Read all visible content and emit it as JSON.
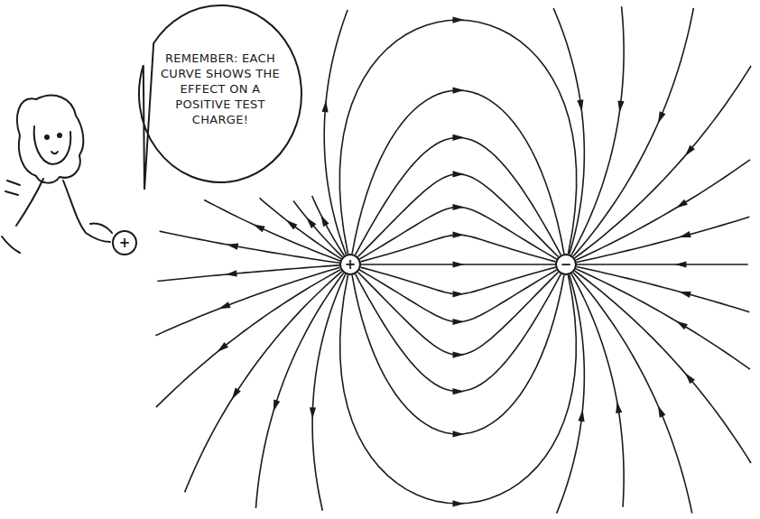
{
  "diagram": {
    "nodes": [
      {
        "text": [
          "REMEMBER: EACH CURVE SHOWS THE EFFECT ON A POSITIVE TEST CHARGE!"
        ]
      },
      {
        "text": [
          "+"
        ]
      },
      {
        "text": [
          "+"
        ]
      },
      {
        "text": [
          "−"
        ]
      }
    ],
    "edges": [
      {
        "from": 2,
        "to": 3,
        "arrow": "to"
      },
      {
        "from": 2,
        "to": 3,
        "arrow": "to"
      },
      {
        "from": 2,
        "to": 3,
        "arrow": "to"
      },
      {
        "from": 2,
        "to": 3,
        "arrow": "to"
      },
      {
        "from": 2,
        "to": 3,
        "arrow": "to"
      },
      {
        "from": 2,
        "to": 3,
        "arrow": "to"
      },
      {
        "from": 2,
        "to": 3,
        "arrow": "to"
      },
      {
        "from": 2,
        "to": 3,
        "arrow": "to"
      },
      {
        "from": 2,
        "to": 3,
        "arrow": "to"
      },
      {
        "from": 2,
        "to": 3,
        "arrow": "to"
      },
      {
        "from": 2,
        "to": 3,
        "arrow": "to"
      },
      {
        "from": 2,
        "to": 3,
        "arrow": "to"
      },
      {
        "from": 2,
        "to": 3,
        "arrow": "to"
      }
    ]
  }
}
